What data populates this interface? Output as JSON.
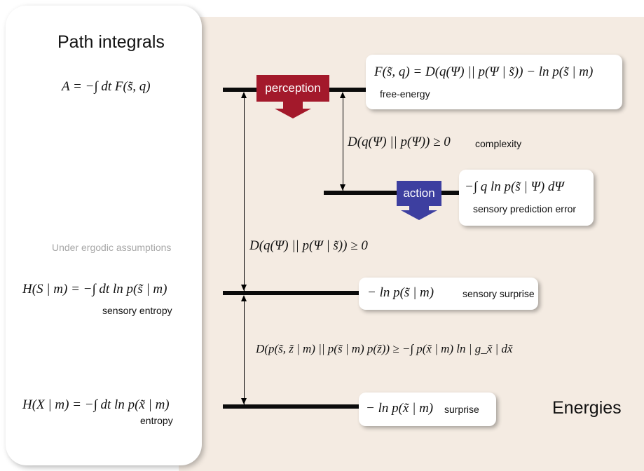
{
  "left_panel": {
    "title": "Path integrals",
    "action_eq": "A = −∫ dt F(s̃, q)",
    "ergodic_note": "Under ergodic assumptions",
    "sensory_entropy_eq": "H(S | m) = −∫ dt ln p(s̃ | m)",
    "sensory_entropy_label": "sensory entropy",
    "entropy_eq": "H(X | m) = −∫ dt ln p(x̃ | m)",
    "entropy_label": "entropy"
  },
  "levels": {
    "free_energy_eq": "F(s̃, q) = D(q(Ψ) || p(Ψ | s̃)) − ln p(s̃ | m)",
    "free_energy_label": "free-energy",
    "complexity_eq": "D(q(Ψ) || p(Ψ)) ≥ 0",
    "complexity_label": "complexity",
    "prediction_error_eq": "−∫ q ln p(s̃ | Ψ) dΨ",
    "prediction_error_label": "sensory prediction error",
    "divergence_eq": "D(q(Ψ) || p(Ψ | s̃)) ≥ 0",
    "sensory_surprise_eq": "− ln p(s̃ | m)",
    "sensory_surprise_label": "sensory surprise",
    "bound_eq": "D(p(s̃, z̃ | m) || p(s̃ | m) p(z̃)) ≥ −∫ p(x̃ | m) ln | g_x̃ | dx̃",
    "surprise_eq": "− ln p(x̃ | m)",
    "surprise_label": "surprise",
    "energies_label": "Energies"
  },
  "tags": {
    "perception": "perception",
    "action": "action"
  },
  "colors": {
    "perception": "#a3192b",
    "action": "#3d3fa0",
    "background": "#f4ebe2",
    "muted_text": "#a7a7a7"
  }
}
